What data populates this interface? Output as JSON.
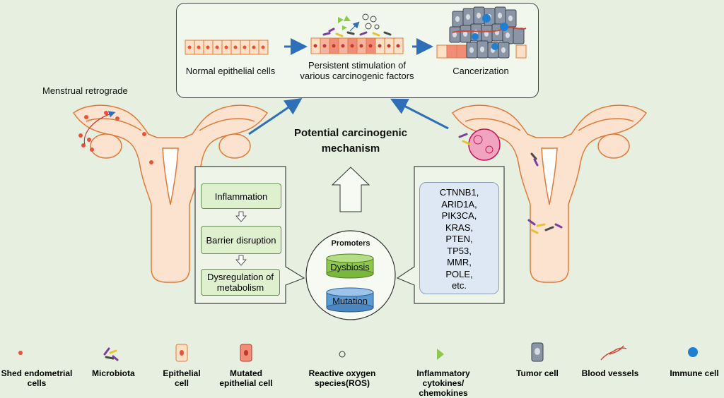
{
  "top_panel": {
    "stage1": "Normal epithelial cells",
    "stage2_line1": "Persistent stimulation of",
    "stage2_line2": "various carcinogenic factors",
    "stage3": "Cancerization"
  },
  "left_label": "Menstrual retrograde",
  "center_title_line1": "Potential  carcinogenic",
  "center_title_line2": "mechanism",
  "mechanisms": [
    "Inflammation",
    "Barrier disruption",
    "Dysregulation of metabolism"
  ],
  "promoters": {
    "title": "Promoters",
    "items": [
      "Dysbiosis",
      "Mutation"
    ]
  },
  "genes": [
    "CTNNB1,",
    "ARID1A,",
    "PIK3CA,",
    "KRAS,",
    "PTEN,",
    "TP53,",
    "MMR,",
    "POLE,",
    "etc."
  ],
  "legend": [
    {
      "label": "Shed endometrial cells",
      "icon": "red-dot"
    },
    {
      "label": "Microbiota",
      "icon": "bacteria"
    },
    {
      "label": "Epithelial cell",
      "icon": "epithelial-cell"
    },
    {
      "label": "Mutated epithelial cell",
      "icon": "mutated-cell"
    },
    {
      "label": "Reactive oxygen species(ROS)",
      "icon": "ros-circle"
    },
    {
      "label": "Inflammatory  cytokines/ chemokines",
      "icon": "green-triangle"
    },
    {
      "label": "Tumor cell",
      "icon": "tumor-cell"
    },
    {
      "label": "Blood vessels",
      "icon": "blood-vessel"
    },
    {
      "label": "Immune cell",
      "icon": "immune-cell"
    }
  ],
  "colors": {
    "background": "#e6efe0",
    "arrow_blue": "#2e6fb8",
    "uterus_outline": "#e07b3a",
    "uterus_fill": "#fbe3cf",
    "cell_red": "#e8523a",
    "dysbiosis_green": "#8cc84b",
    "mutation_blue": "#5b9bd5"
  }
}
